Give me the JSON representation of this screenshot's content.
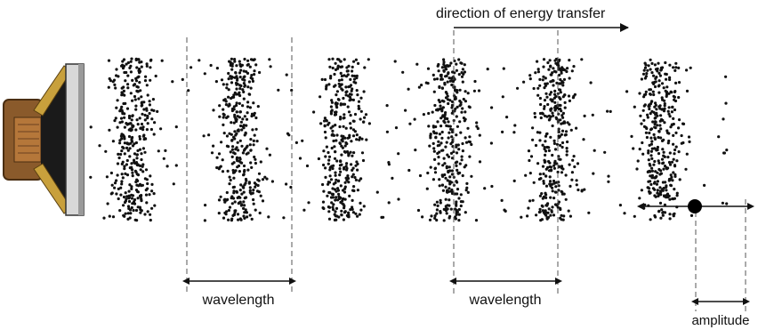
{
  "diagram": {
    "top_label": "direction of energy transfer",
    "wavelength_label_1": "wavelength",
    "wavelength_label_2": "wavelength",
    "amplitude_label": "amplitude",
    "colors": {
      "speaker_body": "#8a5a2b",
      "speaker_cone": "#1a1a1a",
      "speaker_rim": "#c8a03c",
      "speaker_plate": "#d8d8d8",
      "particle": "#111111"
    },
    "icons": [
      "speaker-icon",
      "particle-marker",
      "arrow-right-icon"
    ]
  }
}
